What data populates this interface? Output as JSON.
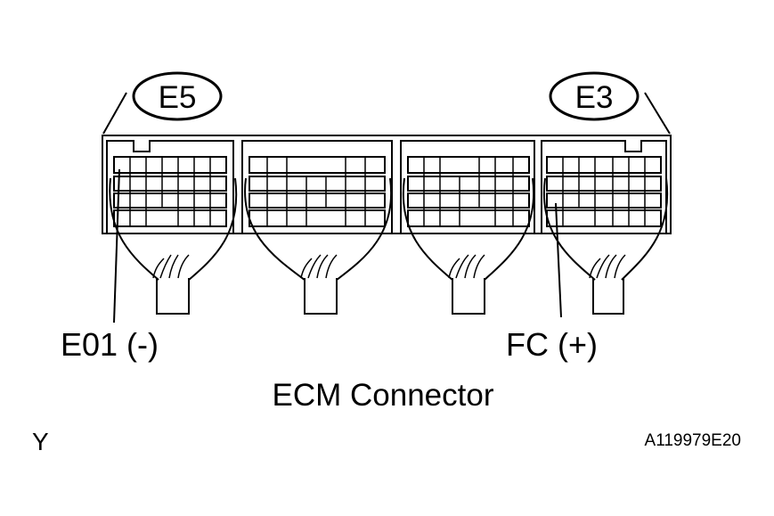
{
  "labels": {
    "connector_left": "E5",
    "connector_right": "E3",
    "pin_minus": "E01 (-)",
    "pin_plus": "FC (+)",
    "title": "ECM Connector",
    "corner_letter": "Y",
    "figure_code": "A119979E20"
  },
  "colors": {
    "line": "#000000",
    "background": "#ffffff"
  }
}
